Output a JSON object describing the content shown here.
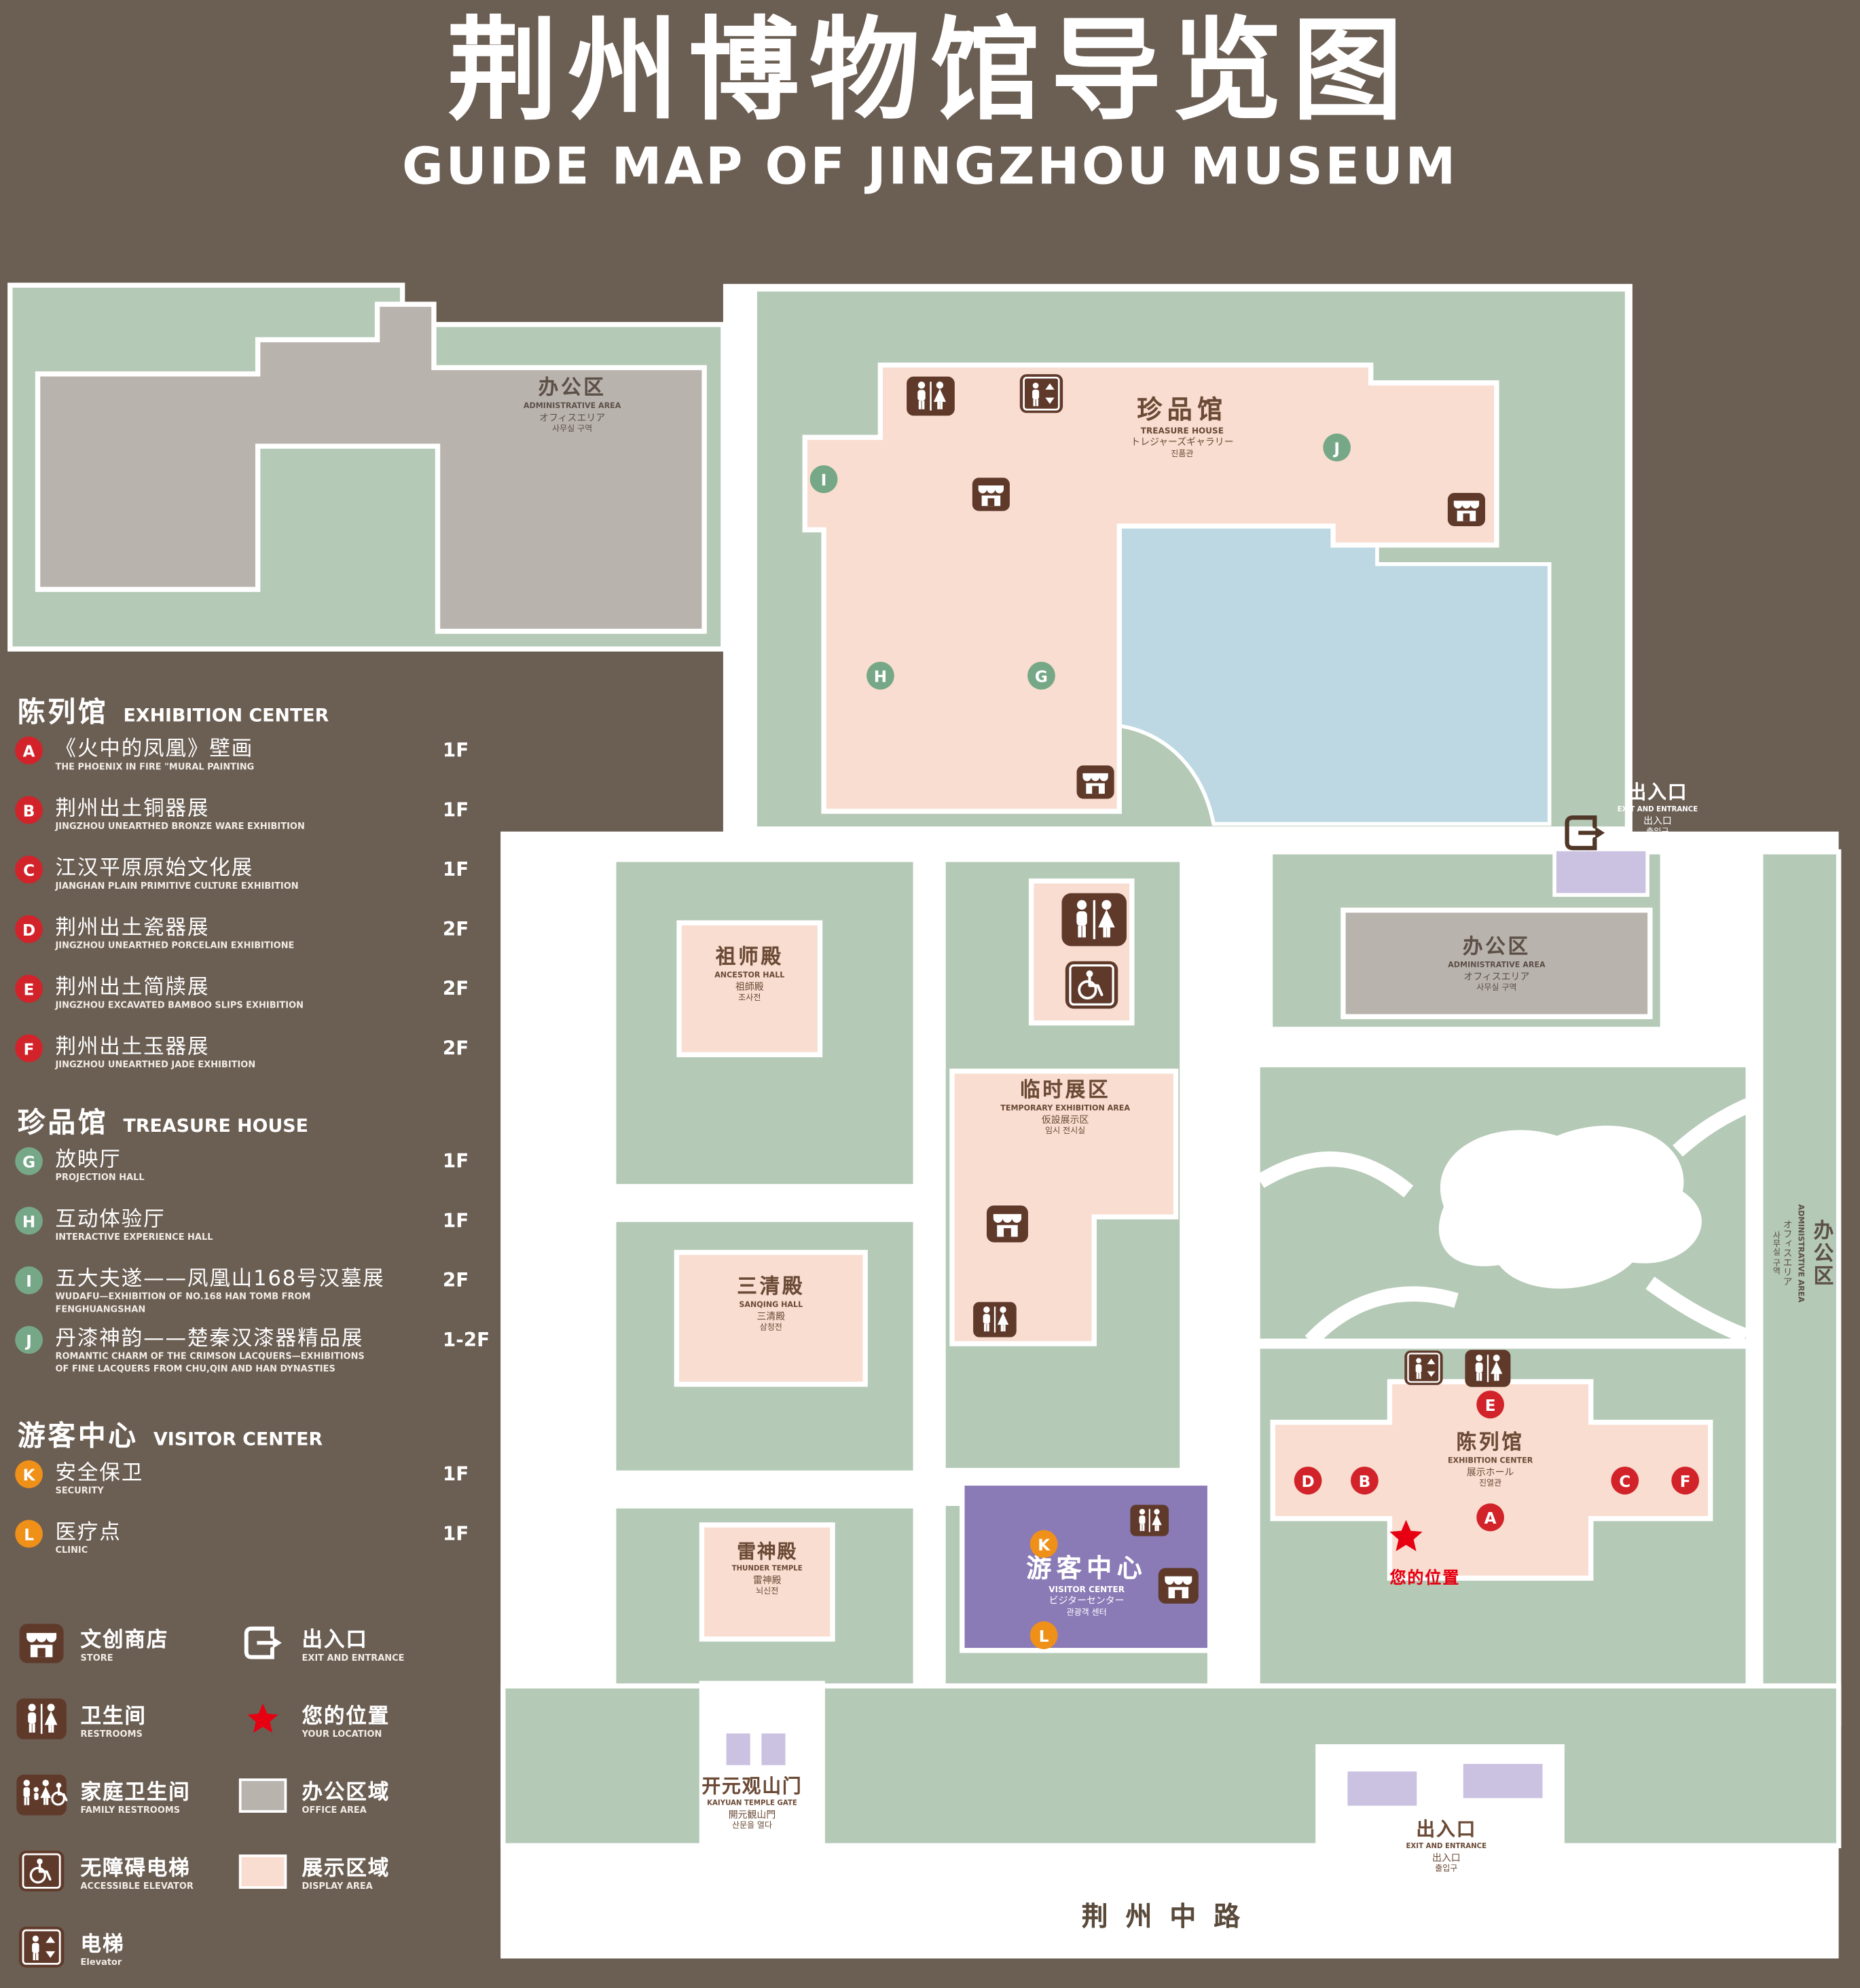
{
  "title": {
    "zh": "荆州博物馆导览图",
    "en": "GUIDE MAP OF JINGZHOU MUSEUM"
  },
  "legend": {
    "sections": [
      {
        "zh": "陈列馆",
        "en": "EXHIBITION CENTER",
        "items": [
          {
            "marker": "A",
            "zh": "《火中的凤凰》壁画",
            "en": "THE PHOENIX IN FIRE \"MURAL PAINTING",
            "floor": "1F"
          },
          {
            "marker": "B",
            "zh": "荆州出土铜器展",
            "en": "JINGZHOU UNEARTHED BRONZE WARE EXHIBITION",
            "floor": "1F"
          },
          {
            "marker": "C",
            "zh": "江汉平原原始文化展",
            "en": "JIANGHAN PLAIN PRIMITIVE CULTURE EXHIBITION",
            "floor": "1F"
          },
          {
            "marker": "D",
            "zh": "荆州出土瓷器展",
            "en": "JINGZHOU UNEARTHED PORCELAIN EXHIBITIONE",
            "floor": "2F"
          },
          {
            "marker": "E",
            "zh": "荆州出土简牍展",
            "en": "JINGZHOU EXCAVATED BAMBOO SLIPS EXHIBITION",
            "floor": "2F"
          },
          {
            "marker": "F",
            "zh": "荆州出土玉器展",
            "en": "JINGZHOU UNEARTHED JADE EXHIBITION",
            "floor": "2F"
          }
        ]
      },
      {
        "zh": "珍品馆",
        "en": "TREASURE HOUSE",
        "items": [
          {
            "marker": "G",
            "zh": "放映厅",
            "en": "PROJECTION HALL",
            "floor": "1F"
          },
          {
            "marker": "H",
            "zh": "互动体验厅",
            "en": "INTERACTIVE EXPERIENCE HALL",
            "floor": "1F"
          },
          {
            "marker": "I",
            "zh": "五大夫遂——凤凰山168号汉墓展",
            "en": "WUDAFU—EXHIBITION OF NO.168 HAN TOMB FROM FENGHUANGSHAN",
            "floor": "2F"
          },
          {
            "marker": "J",
            "zh": "丹漆神韵——楚秦汉漆器精品展",
            "en": "ROMANTIC CHARM OF THE CRIMSON LACQUERS—EXHIBITIONS OF FINE LACQUERS FROM CHU,QIN AND HAN DYNASTIES",
            "floor": "1-2F"
          }
        ]
      },
      {
        "zh": "游客中心",
        "en": "VISITOR CENTER",
        "items": [
          {
            "marker": "K",
            "zh": "安全保卫",
            "en": "SECURITY",
            "floor": "1F"
          },
          {
            "marker": "L",
            "zh": "医疗点",
            "en": "CLINIC",
            "floor": "1F"
          }
        ]
      }
    ],
    "symbols": {
      "store": {
        "zh": "文创商店",
        "en": "STORE"
      },
      "restroom": {
        "zh": "卫生间",
        "en": "RESTROOMS"
      },
      "family_restroom": {
        "zh": "家庭卫生间",
        "en": "FAMILY RESTROOMS"
      },
      "accessible_elevator": {
        "zh": "无障碍电梯",
        "en": "ACCESSIBLE ELEVATOR"
      },
      "elevator": {
        "zh": "电梯",
        "en": "Elevator"
      },
      "exit": {
        "zh": "出入口",
        "en": "EXIT AND ENTRANCE"
      },
      "your_location": {
        "zh": "您的位置",
        "en": "YOUR LOCATION"
      },
      "office_area": {
        "zh": "办公区域",
        "en": "OFFICE AREA"
      },
      "display_area": {
        "zh": "展示区域",
        "en": "DISPLAY AREA"
      }
    }
  },
  "map": {
    "buildings": {
      "admin_northwest": {
        "zh": "办公区",
        "en": "ADMINISTRATIVE AREA",
        "ja": "オフィスエリア",
        "ko": "사무실 구역"
      },
      "treasure_house": {
        "zh": "珍品馆",
        "en": "TREASURE HOUSE",
        "ja": "トレジャーズギャラリー",
        "ko": "진품관"
      },
      "ancestor_hall": {
        "zh": "祖师殿",
        "en": "ANCESTOR HALL",
        "ja": "祖師殿",
        "ko": "조사전"
      },
      "admin_east_building": {
        "zh": "办公区",
        "en": "ADMINISTRATIVE AREA",
        "ja": "オフィスエリア",
        "ko": "사무실 구역"
      },
      "temporary_exhibition": {
        "zh": "临时展区",
        "en": "TEMPORARY EXHIBITION AREA",
        "ja": "仮設展示区",
        "ko": "임시 전시실"
      },
      "sanqing_hall": {
        "zh": "三清殿",
        "en": "SANQING HALL",
        "ja": "三清殿",
        "ko": "삼청전"
      },
      "exhibition_center": {
        "zh": "陈列馆",
        "en": "EXHIBITION CENTER",
        "ja": "展示ホール",
        "ko": "진열관"
      },
      "thunder_temple": {
        "zh": "雷神殿",
        "en": "THUNDER TEMPLE",
        "ja": "雷神殿",
        "ko": "뇌신전"
      },
      "visitor_center": {
        "zh": "游客中心",
        "en": "VISITOR CENTER",
        "ja": "ビジターセンター",
        "ko": "관광객 센터"
      },
      "admin_east_strip": {
        "zh": "办公区",
        "en": "ADMINISTRATIVE AREA",
        "ja": "オフィスエリア",
        "ko": "사무실 구역"
      },
      "kaiyuan_gate": {
        "zh": "开元观山门",
        "en": "KAIYUAN TEMPLE GATE",
        "ja": "開元観山門",
        "ko": "산문을 열다"
      }
    },
    "labels": {
      "exit_northeast": {
        "zh": "出入口",
        "en": "EXIT AND ENTRANCE",
        "ja": "出入口",
        "ko": "출입구"
      },
      "exit_south": {
        "zh": "出入口",
        "en": "EXIT AND ENTRANCE",
        "ja": "出入口",
        "ko": "출입구"
      },
      "your_location": {
        "zh": "您的位置"
      },
      "road": {
        "zh": "荆州中路"
      }
    }
  },
  "colors": {
    "background": "#6b5e53",
    "lawn_green": "#b4c9b6",
    "display_area_pink": "#f8ddd0",
    "office_area_gray": "#b9b3ae",
    "pond_blue": "#bdd8e3",
    "visitor_center_purple": "#8a7ab6",
    "entrance_lilac": "#cbc2e2",
    "marker_red": "#d2232a",
    "marker_green": "#76a888",
    "marker_orange": "#ef9018",
    "location_red": "#e60012",
    "icon_brown": "#5f3a2b"
  }
}
